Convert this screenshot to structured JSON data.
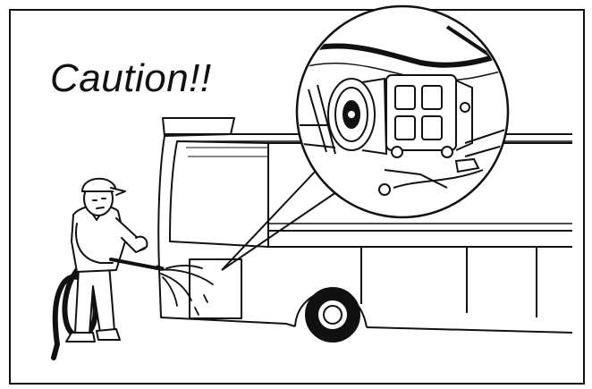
{
  "caption": "Caution!!",
  "illustration": {
    "scene": [
      "bus",
      "person-washing-with-hose",
      "compressor-magnifier"
    ],
    "line_color": "#111111",
    "background": "#ffffff"
  }
}
